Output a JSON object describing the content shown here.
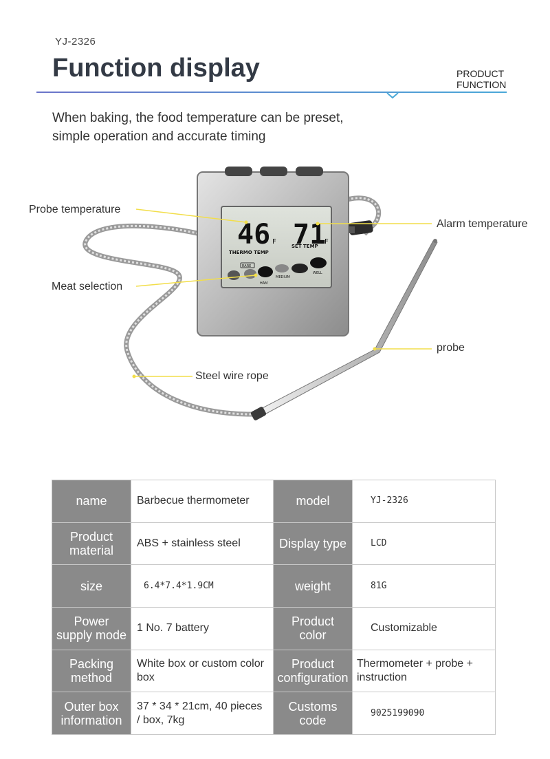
{
  "header": {
    "model_code": "YJ-2326",
    "title": "Function display",
    "badge_line1": "PRODUCT",
    "badge_line2": "FUNCTION",
    "accent_color": "#6b74c9"
  },
  "intro": {
    "line1": "When baking, the food temperature can be preset,",
    "line2": "simple operation and accurate timing"
  },
  "callouts": {
    "probe_temperature": "Probe temperature",
    "alarm_temperature": "Alarm temperature",
    "meat_selection": "Meat selection",
    "probe": "probe",
    "steel_wire_rope": "Steel wire rope"
  },
  "display": {
    "probe_reading": "46",
    "set_reading": "71",
    "unit": "F",
    "thermo_label": "THERMO TEMP",
    "set_label": "SET TEMP",
    "rare_label": "RARE",
    "medium_label": "MEDIUM",
    "well_label": "WELL",
    "ham_label": "HAM"
  },
  "specs": {
    "rows": [
      {
        "k1": "name",
        "v1": "Barbecue thermometer",
        "k2": "model",
        "v2": "YJ-2326"
      },
      {
        "k1": "Product material",
        "v1": "ABS + stainless steel",
        "k2": "Display type",
        "v2": "LCD"
      },
      {
        "k1": "size",
        "v1": "6.4*7.4*1.9CM",
        "k2": "weight",
        "v2": "81G"
      },
      {
        "k1": "Power supply mode",
        "v1": "1 No. 7 battery",
        "k2": "Product color",
        "v2": "Customizable"
      },
      {
        "k1": "Packing method",
        "v1": "White box or custom color box",
        "k2": "Product configuration",
        "v2": "Thermometer + probe + instruction"
      },
      {
        "k1": "Outer box information",
        "v1": "37 * 34 * 21cm, 40 pieces / box, 7kg",
        "k2": "Customs code",
        "v2": "9025199090"
      }
    ]
  }
}
